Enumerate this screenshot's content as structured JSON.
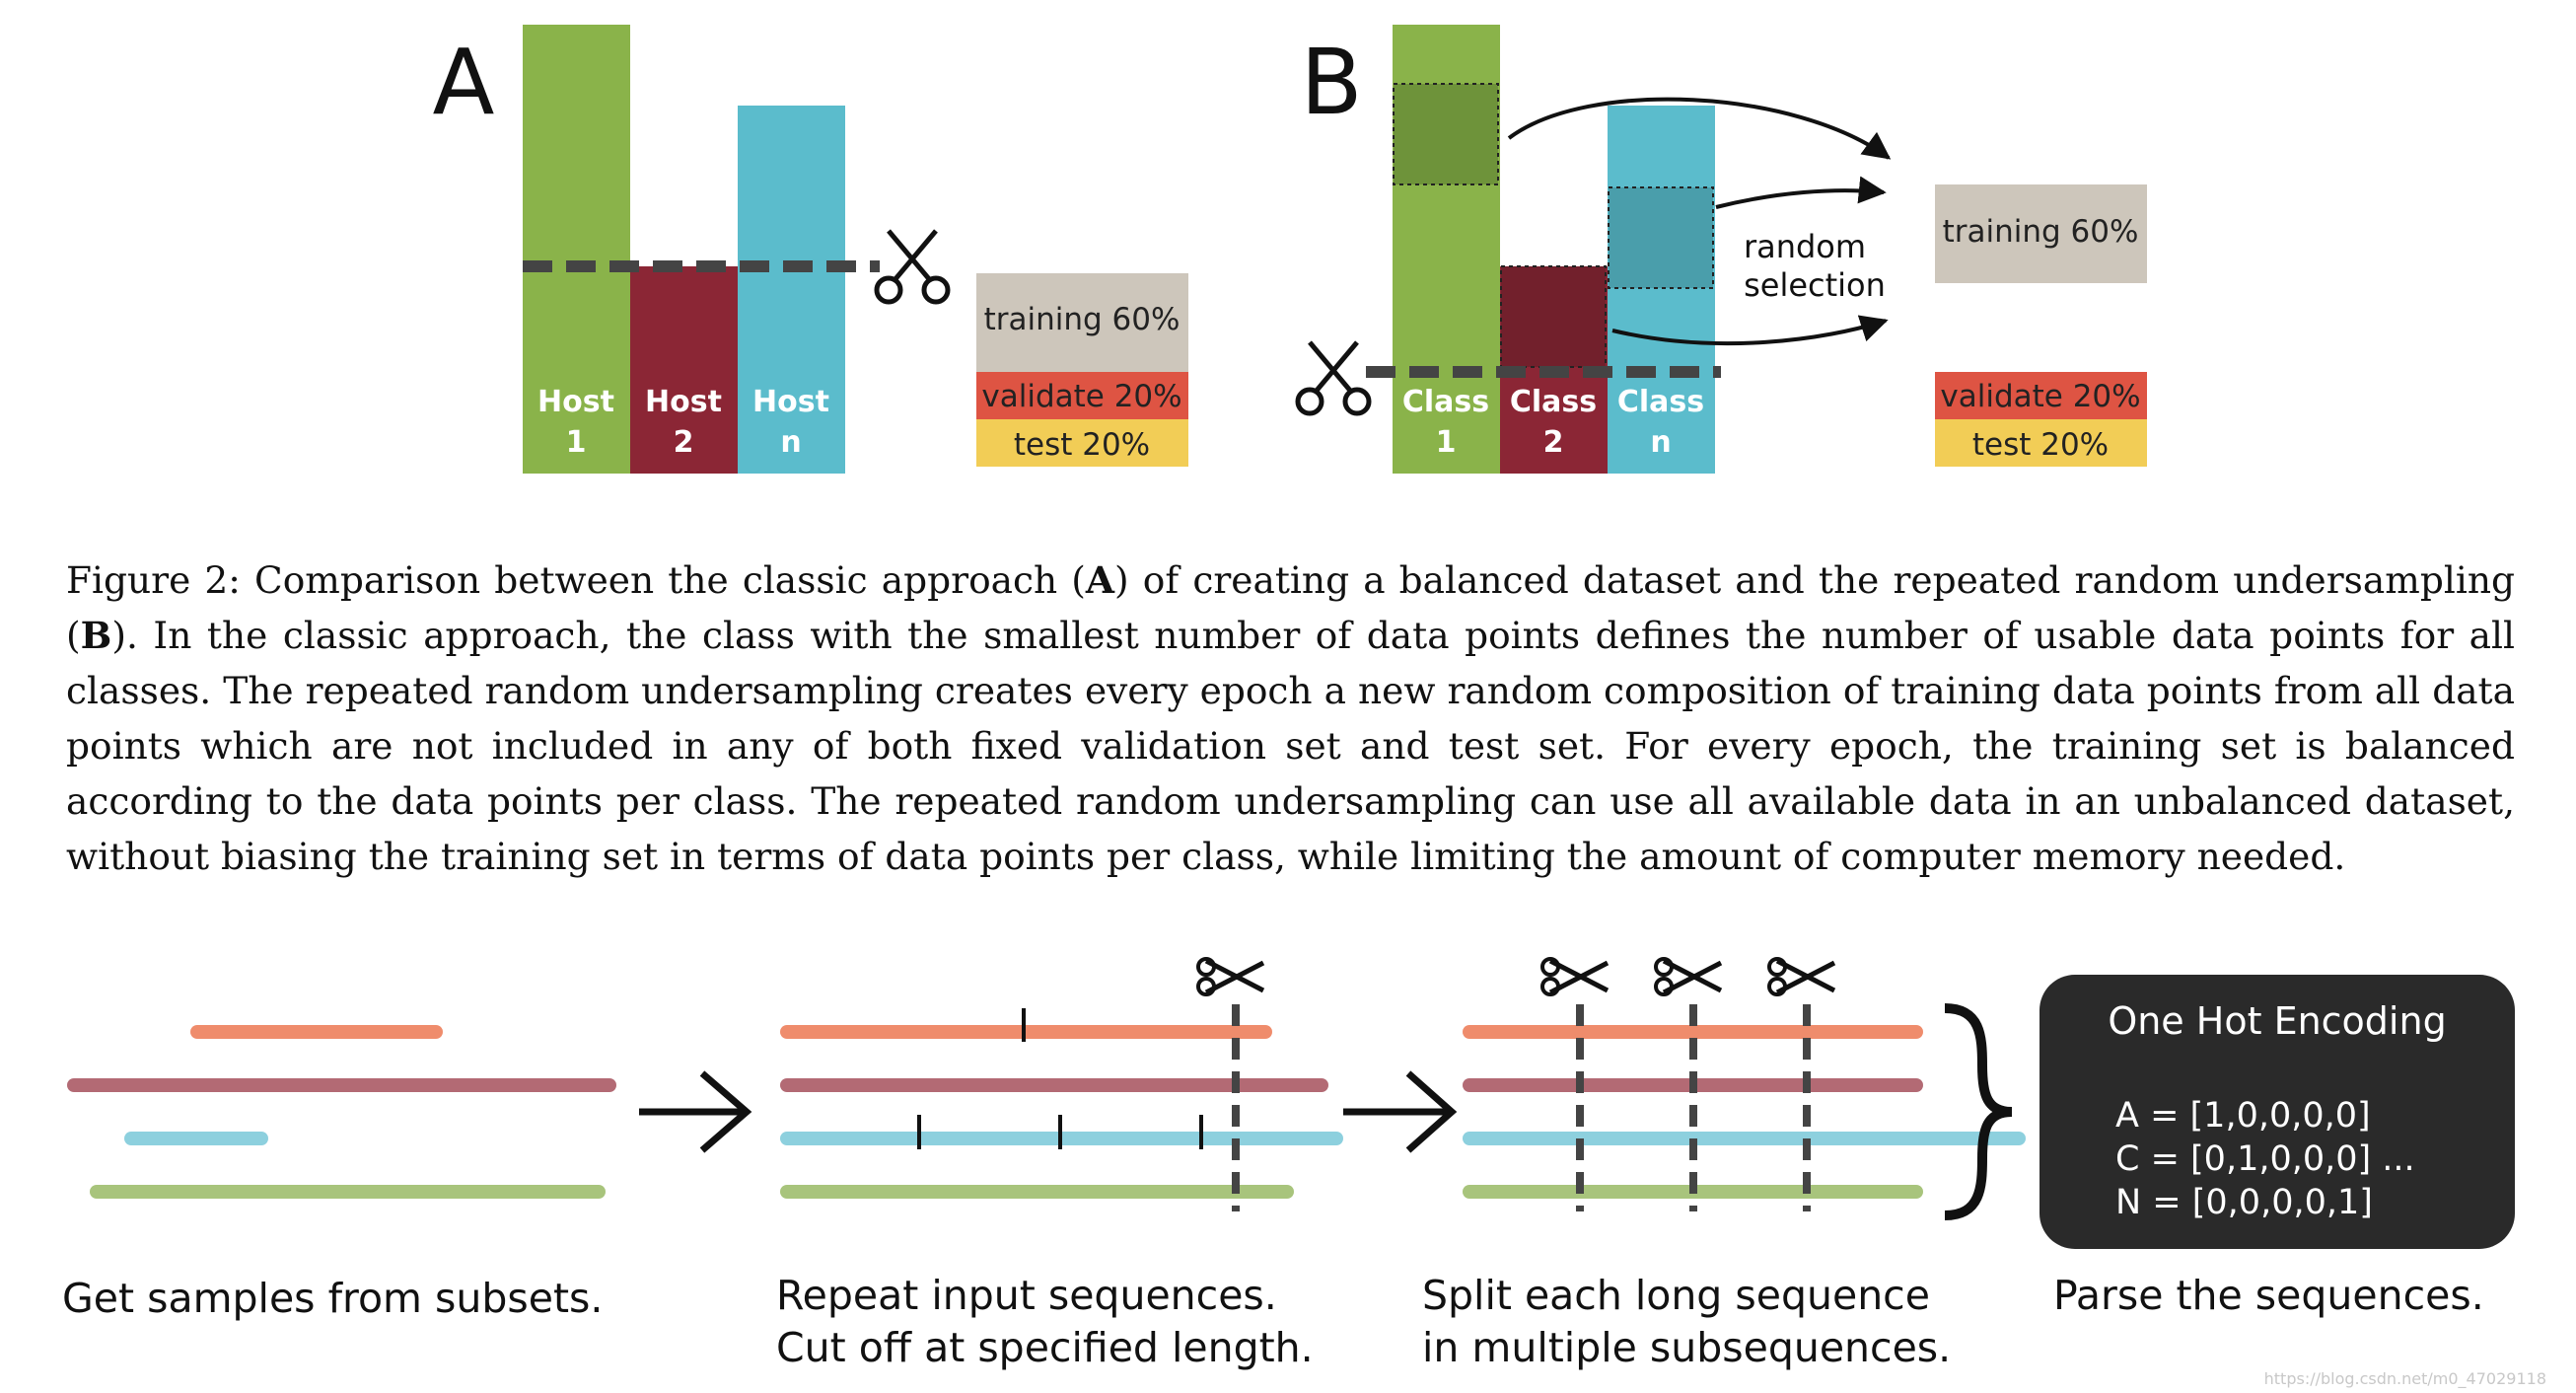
{
  "panel_a": {
    "letter": "A",
    "bars": [
      {
        "line1": "Host",
        "line2": "1",
        "color": "#8ab34a"
      },
      {
        "line1": "Host",
        "line2": "2",
        "color": "#8b2635"
      },
      {
        "line1": "Host",
        "line2": "n",
        "color": "#5bbccc"
      }
    ],
    "split": {
      "training": "training 60%",
      "validate": "validate 20%",
      "test": "test 20%"
    }
  },
  "panel_b": {
    "letter": "B",
    "bars": [
      {
        "line1": "Class",
        "line2": "1",
        "color": "#8ab34a"
      },
      {
        "line1": "Class",
        "line2": "2",
        "color": "#8b2635"
      },
      {
        "line1": "Class",
        "line2": "n",
        "color": "#5bbccc"
      }
    ],
    "arrow_label_line1": "random",
    "arrow_label_line2": "selection",
    "split": {
      "training": "training 60%",
      "validate": "validate 20%",
      "test": "test 20%"
    }
  },
  "colors": {
    "training": "#cdc6bb",
    "validate": "#de5443",
    "test": "#f2cd56",
    "seq_orange": "#ef8c6c",
    "seq_mauve": "#b36a74",
    "seq_cyan": "#8dd0de",
    "seq_green": "#a8c47c",
    "ohe_box": "#2a2a2a"
  },
  "caption": {
    "prefix": "Figure 2: Comparison between the classic approach (",
    "a_bold": "A",
    "middle": ") of creating a balanced dataset and the repeated random undersampling (",
    "b_bold": "B",
    "rest": "). In the classic approach, the class with the smallest number of data points defines the number of usable data points for all classes. The repeated random undersampling creates every epoch a new random composition of training data points from all data points which are not included in any of both fixed validation set and test set. For every epoch, the training set is balanced according to the data points per class. The repeated random undersampling can use all available data in an unbalanced dataset, without biasing the training set in terms of data points per class, while limiting the amount of computer memory needed."
  },
  "pipeline": {
    "step1": "Get samples from subsets.",
    "step2_line1": "Repeat input sequences.",
    "step2_line2": "Cut off at specified length.",
    "step3_line1": "Split each long sequence",
    "step3_line2": "in multiple subsequences.",
    "step4": "Parse the sequences.",
    "ohe_title": "One Hot Encoding",
    "ohe_line1": "A = [1,0,0,0,0]",
    "ohe_line2": "C = [0,1,0,0,0] ...",
    "ohe_line3": "N = [0,0,0,0,1]"
  },
  "watermark": "https://blog.csdn.net/m0_47029118"
}
